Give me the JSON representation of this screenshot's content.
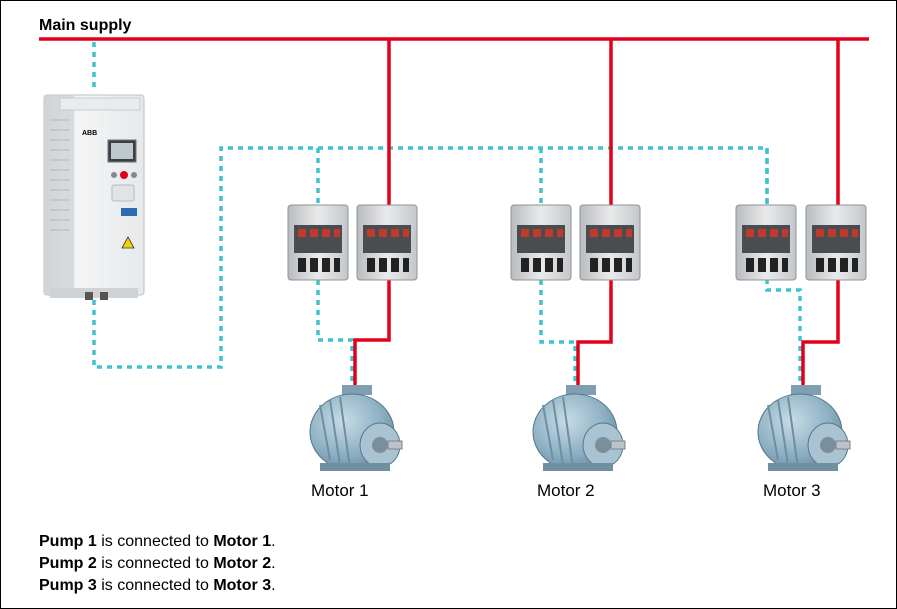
{
  "supply_label": "Main supply",
  "motors": [
    {
      "label": "Motor 1"
    },
    {
      "label": "Motor 2"
    },
    {
      "label": "Motor 3"
    }
  ],
  "notes": [
    {
      "pump": "Pump 1",
      "text": " is connected to ",
      "motor": "Motor 1",
      "end": "."
    },
    {
      "pump": "Pump 2",
      "text": " is connected to ",
      "motor": "Motor 2",
      "end": "."
    },
    {
      "pump": "Pump 3",
      "text": " is connected to ",
      "motor": "Motor 3",
      "end": "."
    }
  ],
  "drive_brand": "ABB",
  "colors": {
    "power_line": "#e3001b",
    "control_line": "#3ec3d2",
    "motor_body": "#8fb1c4",
    "contactor_body": "#d9d9d9"
  }
}
